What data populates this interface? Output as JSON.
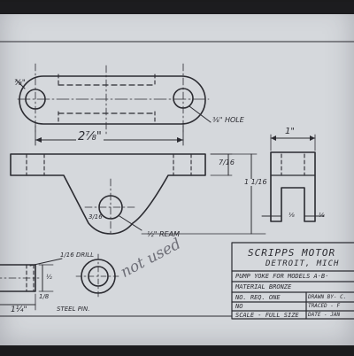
{
  "drawing": {
    "top_view": {
      "hole_callout": "⅜\" HOLE",
      "length_dim": "2⅞\"",
      "corner_dim": "⅞\""
    },
    "front_view": {
      "height_dim": "7/16",
      "width_dim": "1 1/16",
      "ream_callout": "½\" REAM",
      "thickness_dim": "3/16"
    },
    "side_view": {
      "width_dim": "1\"",
      "slot_dim": "⅛",
      "gap_dim": "⅛"
    },
    "pin": {
      "drill_callout": "1/16 DRILL",
      "dia_dim": "½",
      "offset_dim": "1/8",
      "length_dim": "1¼\"",
      "label": "STEEL PIN."
    },
    "annotation": "not used"
  },
  "title_block": {
    "company": "SCRIPPS MOTOR",
    "city": "DETROIT, MICH",
    "part": "PUMP YOKE FOR MODELS A·B·",
    "material": "MATERIAL BRONZE",
    "qty": "NO. REQ. ONE",
    "no": "NO",
    "drawn_by": "DRAWN BY- C.",
    "traced": "TRACED -  F",
    "scale": "SCALE - FULL SIZE",
    "date": "DATE - JAN"
  }
}
